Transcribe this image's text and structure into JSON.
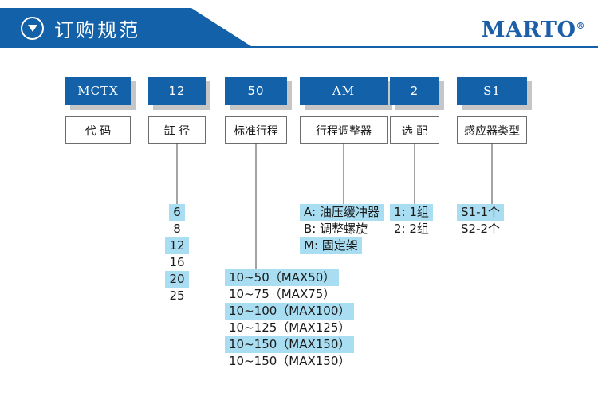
{
  "header": {
    "icon": "circle-down-triangle-icon",
    "title": "订购规范",
    "logo_text": "MARTO",
    "logo_mark": "®",
    "accent_color": "#1261A9",
    "highlight_color": "#A8DDF2"
  },
  "columns": [
    {
      "key": "code",
      "code": "MCTX",
      "name": "代 码",
      "serif": true,
      "options": []
    },
    {
      "key": "bore",
      "code": "12",
      "name": "缸 径",
      "serif": false,
      "options": [
        {
          "label": "6",
          "highlight": true
        },
        {
          "label": "8",
          "highlight": false
        },
        {
          "label": "12",
          "highlight": true
        },
        {
          "label": "16",
          "highlight": false
        },
        {
          "label": "20",
          "highlight": true
        },
        {
          "label": "25",
          "highlight": false
        }
      ]
    },
    {
      "key": "stroke",
      "code": "50",
      "name": "标准行程",
      "serif": false,
      "options": [
        {
          "label": "10~50（MAX50）",
          "highlight": true
        },
        {
          "label": "10~75（MAX75）",
          "highlight": false
        },
        {
          "label": "10~100（MAX100）",
          "highlight": true
        },
        {
          "label": "10~125（MAX125）",
          "highlight": false
        },
        {
          "label": "10~150（MAX150）",
          "highlight": true
        },
        {
          "label": "10~150（MAX150）",
          "highlight": false
        }
      ]
    },
    {
      "key": "adjuster",
      "code": "AM",
      "name": "行程调整器",
      "serif": true,
      "options": [
        {
          "label": "A: 油压缓冲器",
          "highlight": true
        },
        {
          "label": "B: 调整螺旋",
          "highlight": false
        },
        {
          "label": "M: 固定架",
          "highlight": true
        }
      ]
    },
    {
      "key": "optional",
      "code": "2",
      "name": "选 配",
      "serif": false,
      "options": [
        {
          "label": "1: 1组",
          "highlight": true
        },
        {
          "label": "2: 2组",
          "highlight": false
        }
      ]
    },
    {
      "key": "sensor",
      "code": "S1",
      "name": "感应器类型",
      "serif": true,
      "options": [
        {
          "label": "S1-1个",
          "highlight": true
        },
        {
          "label": "S2-2个",
          "highlight": false
        }
      ]
    }
  ]
}
